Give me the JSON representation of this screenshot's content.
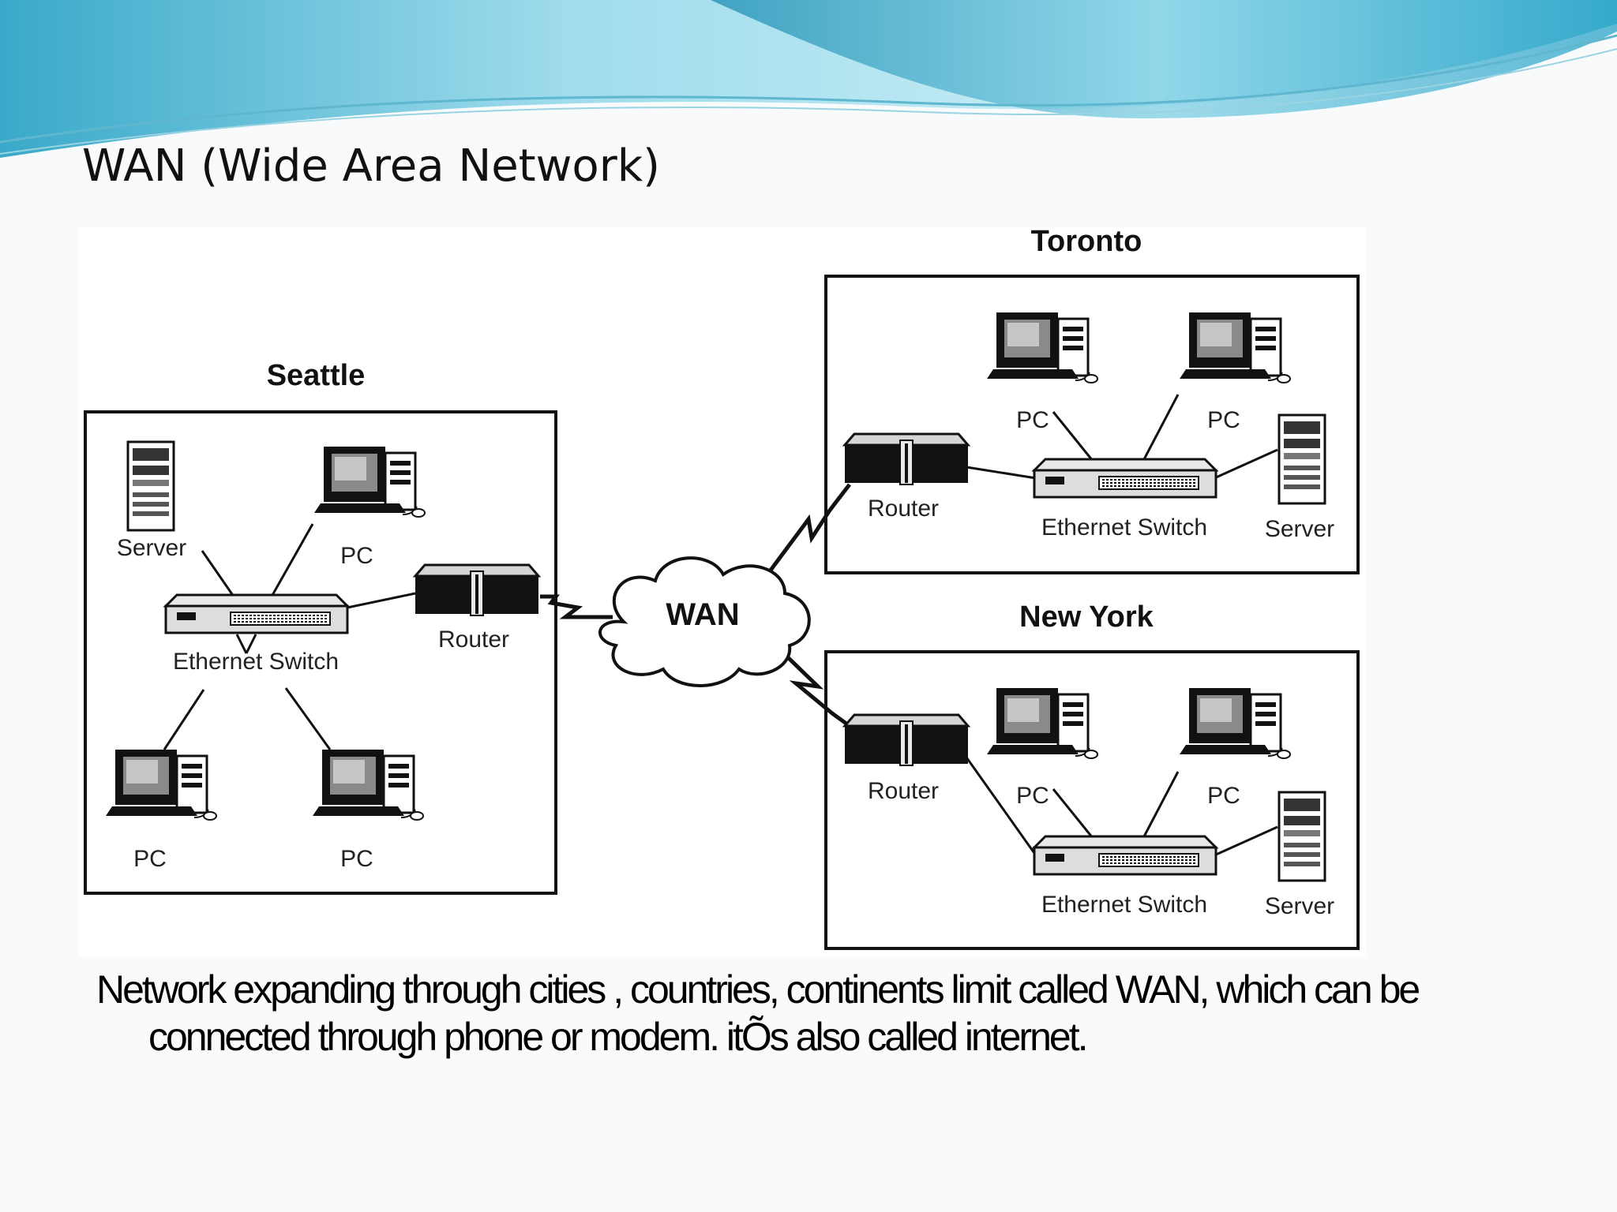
{
  "slide": {
    "title": "WAN (Wide Area Network)",
    "caption": "Network expanding through cities , countries, continents limit called WAN, which can be connected through phone or modem. itÕs also called internet."
  },
  "diagram": {
    "cloud_label": "WAN",
    "sites": [
      {
        "name": "Seattle",
        "labels": {
          "server": "Server",
          "pc_top": "PC",
          "router": "Router",
          "switch": "Ethernet Switch",
          "pc_bottom_left": "PC",
          "pc_bottom_right": "PC"
        }
      },
      {
        "name": "Toronto",
        "labels": {
          "router": "Router",
          "pc_left": "PC",
          "pc_right": "PC",
          "switch": "Ethernet Switch",
          "server": "Server"
        }
      },
      {
        "name": "New York",
        "labels": {
          "router": "Router",
          "pc_left": "PC",
          "pc_right": "PC",
          "switch": "Ethernet Switch",
          "server": "Server"
        }
      }
    ]
  },
  "colors": {
    "banner_light": "#cdeef6",
    "banner_mid": "#7fcfe3",
    "banner_dark": "#3aa9c9",
    "background": "#f8fafb"
  }
}
